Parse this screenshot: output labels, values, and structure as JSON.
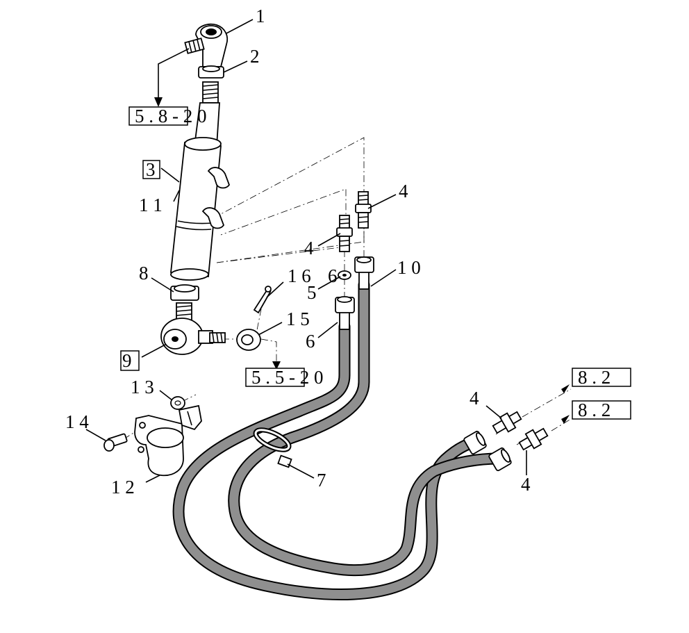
{
  "callouts": {
    "c1": "1",
    "c2": "2",
    "c3": "3",
    "c4a": "4",
    "c4b": "4",
    "c4c": "4",
    "c4d": "4",
    "c5": "5",
    "c6a": "6",
    "c6b": "6",
    "c7": "7",
    "c8": "8",
    "c9": "9",
    "c10": "1 0",
    "c11": "1 1",
    "c12": "1 2",
    "c13": "1 3",
    "c14": "1 4",
    "c15": "1 5",
    "c16": "1 6"
  },
  "references": {
    "ref_top": "5 . 8 - 2 0",
    "ref_mid": "5 . 5 - 2 0",
    "ref_right_upper": "8 . 2",
    "ref_right_lower": "8 . 2"
  },
  "colors": {
    "hose_fill": "#8f8f8f",
    "line": "#000000",
    "background": "#ffffff"
  }
}
